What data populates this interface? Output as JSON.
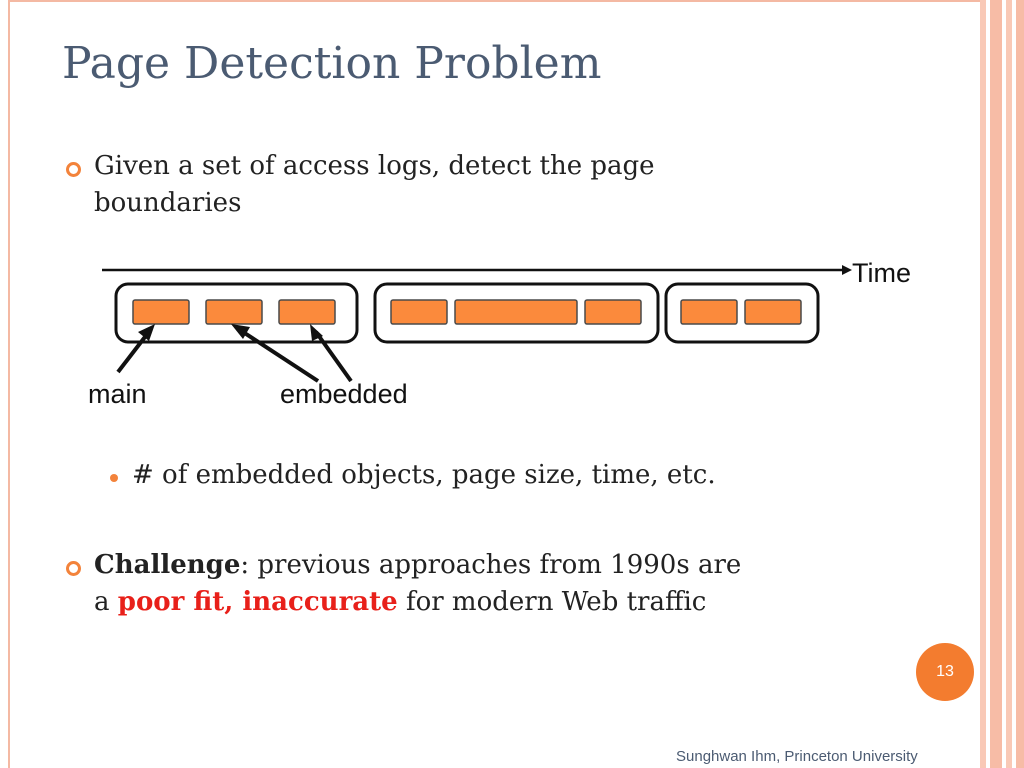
{
  "slide": {
    "title": "Page Detection Problem",
    "bullets": [
      {
        "text": "Given a set of access logs, detect the page boundaries"
      }
    ],
    "sub_bullet": "# of embedded objects, page size, time, etc.",
    "challenge": {
      "bold": "Challenge",
      "rest1": ": previous approaches from 1990s are",
      "prefix2": "a ",
      "highlight": "poor fit, inaccurate",
      "rest2": " for modern Web traffic"
    },
    "page_number": "13",
    "footer": "Sunghwan Ihm, Princeton University"
  },
  "diagram": {
    "axis_label": "Time",
    "label_main": "main",
    "label_embedded": "embedded",
    "groups": [
      {
        "objects": 3
      },
      {
        "objects": 3
      },
      {
        "objects": 2
      }
    ]
  },
  "colors": {
    "accent": "#f3833b",
    "highlight": "#e8201a",
    "title": "#4b5b72",
    "object_fill": "#fb8a3c"
  }
}
